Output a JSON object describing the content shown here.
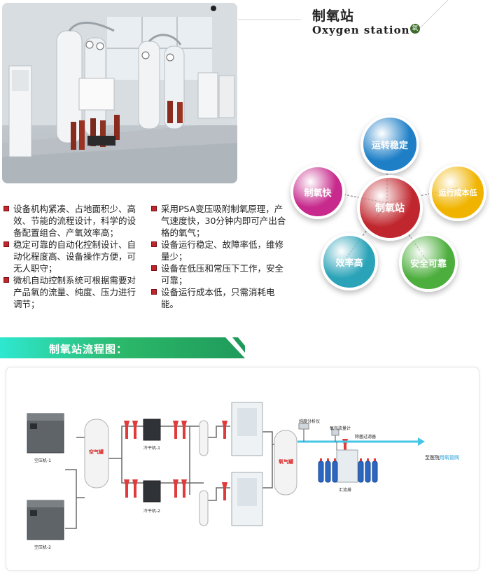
{
  "header": {
    "title_cn": "制氧站",
    "title_en": "Oxygen station",
    "badge": "氧"
  },
  "features_left": [
    "设备机构紧凑、占地面积少、高效、节能的流程设计，科学的设备配置组合、产氧效率高；",
    "稳定可靠的自动化控制设计、自动化程度高、设备操作方便，可无人职守；",
    "微机自动控制系统可根据需要对产品氧的流量、纯度、压力进行调节；"
  ],
  "features_right": [
    "采用PSA变压吸附制氧原理，产气速度快，30分钟内即可产出合格的氧气；",
    "设备运行稳定、故障率低，维修量少；",
    "设备在低压和常压下工作，安全可靠；",
    "设备运行成本低，只需消耗电能。"
  ],
  "diagram": {
    "center": "制氧站",
    "top": "运转稳定",
    "left": "制氧快",
    "right": "运行成本低",
    "bottom_left": "效率高",
    "bottom_right": "安全可靠",
    "colors": {
      "center": "#c0262d",
      "top": "#1e7fc7",
      "left": "#c72a8c",
      "right": "#f0b400",
      "bottom_left": "#2aa3b8",
      "bottom_right": "#4cae3c"
    }
  },
  "section": {
    "title": "制氧站流程图："
  },
  "flow": {
    "compressor_1": "空压机-1",
    "compressor_2": "空压机-2",
    "dryer_1": "冷干机-1",
    "dryer_2": "冷干机-2",
    "air_tank": "空气罐",
    "oxygen_tank": "氧气罐",
    "purity_analyzer": "纯度分析仪",
    "flow_meter": "氧气流量计",
    "filter": "除菌过滤器",
    "manifold": "汇流排",
    "destination_prefix": "至医院",
    "destination_highlight": "用氧管网"
  }
}
